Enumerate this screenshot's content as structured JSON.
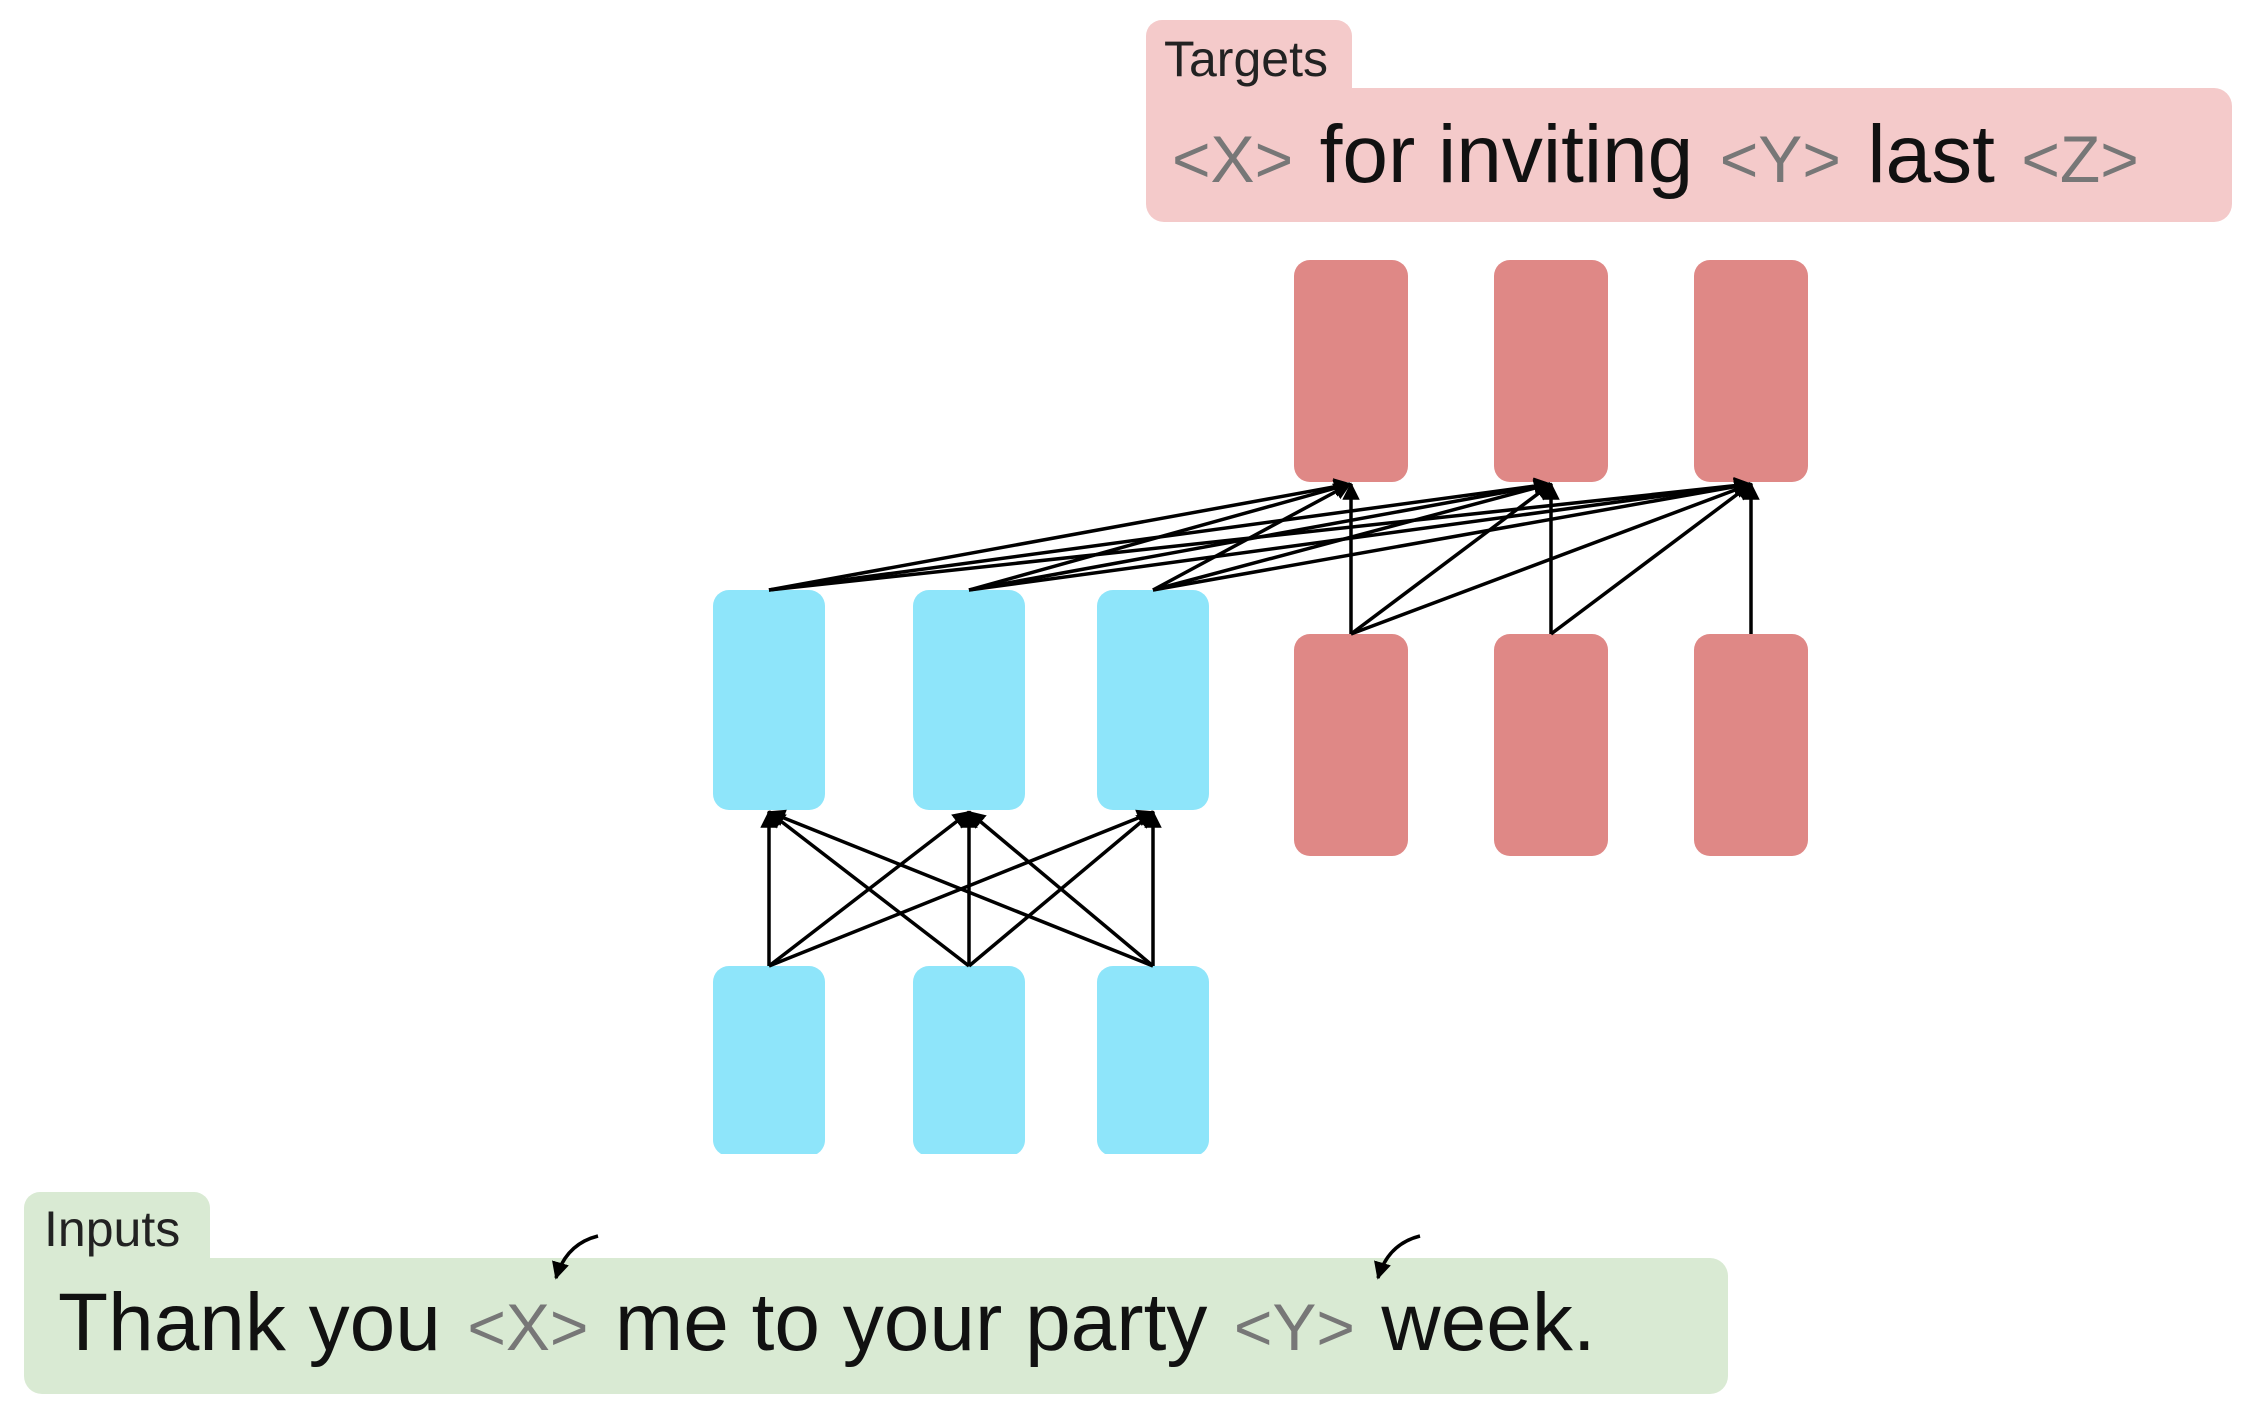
{
  "targets": {
    "label": "Targets",
    "tokens": [
      {
        "text": "<X>",
        "kind": "sentinel"
      },
      {
        "text": "for inviting",
        "kind": "word"
      },
      {
        "text": "<Y>",
        "kind": "sentinel"
      },
      {
        "text": "last",
        "kind": "word"
      },
      {
        "text": "<Z>",
        "kind": "sentinel"
      }
    ]
  },
  "inputs": {
    "label": "Inputs",
    "tokens": [
      {
        "text": "Thank you",
        "kind": "word"
      },
      {
        "text": "<X>",
        "kind": "sentinel"
      },
      {
        "text": "me to your party",
        "kind": "word"
      },
      {
        "text": "<Y>",
        "kind": "sentinel"
      },
      {
        "text": "week.",
        "kind": "word"
      }
    ]
  },
  "colors": {
    "encoder": "#8ee5fa",
    "decoder": "#df8886",
    "targets_bg": "#f4caca",
    "inputs_bg": "#d9ead3",
    "edge": "#000000",
    "sentinel_text": "#777777",
    "word_text": "#111111"
  }
}
